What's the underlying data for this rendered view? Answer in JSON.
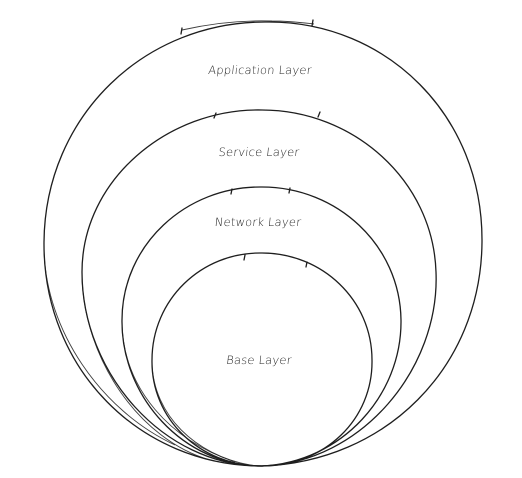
{
  "diagram": {
    "stroke_color": "#1e1e1e",
    "background": "#ffffff",
    "layers": [
      {
        "label": "Application Layer"
      },
      {
        "label": "Service Layer"
      },
      {
        "label": "Network Layer"
      },
      {
        "label": "Base Layer"
      }
    ]
  }
}
